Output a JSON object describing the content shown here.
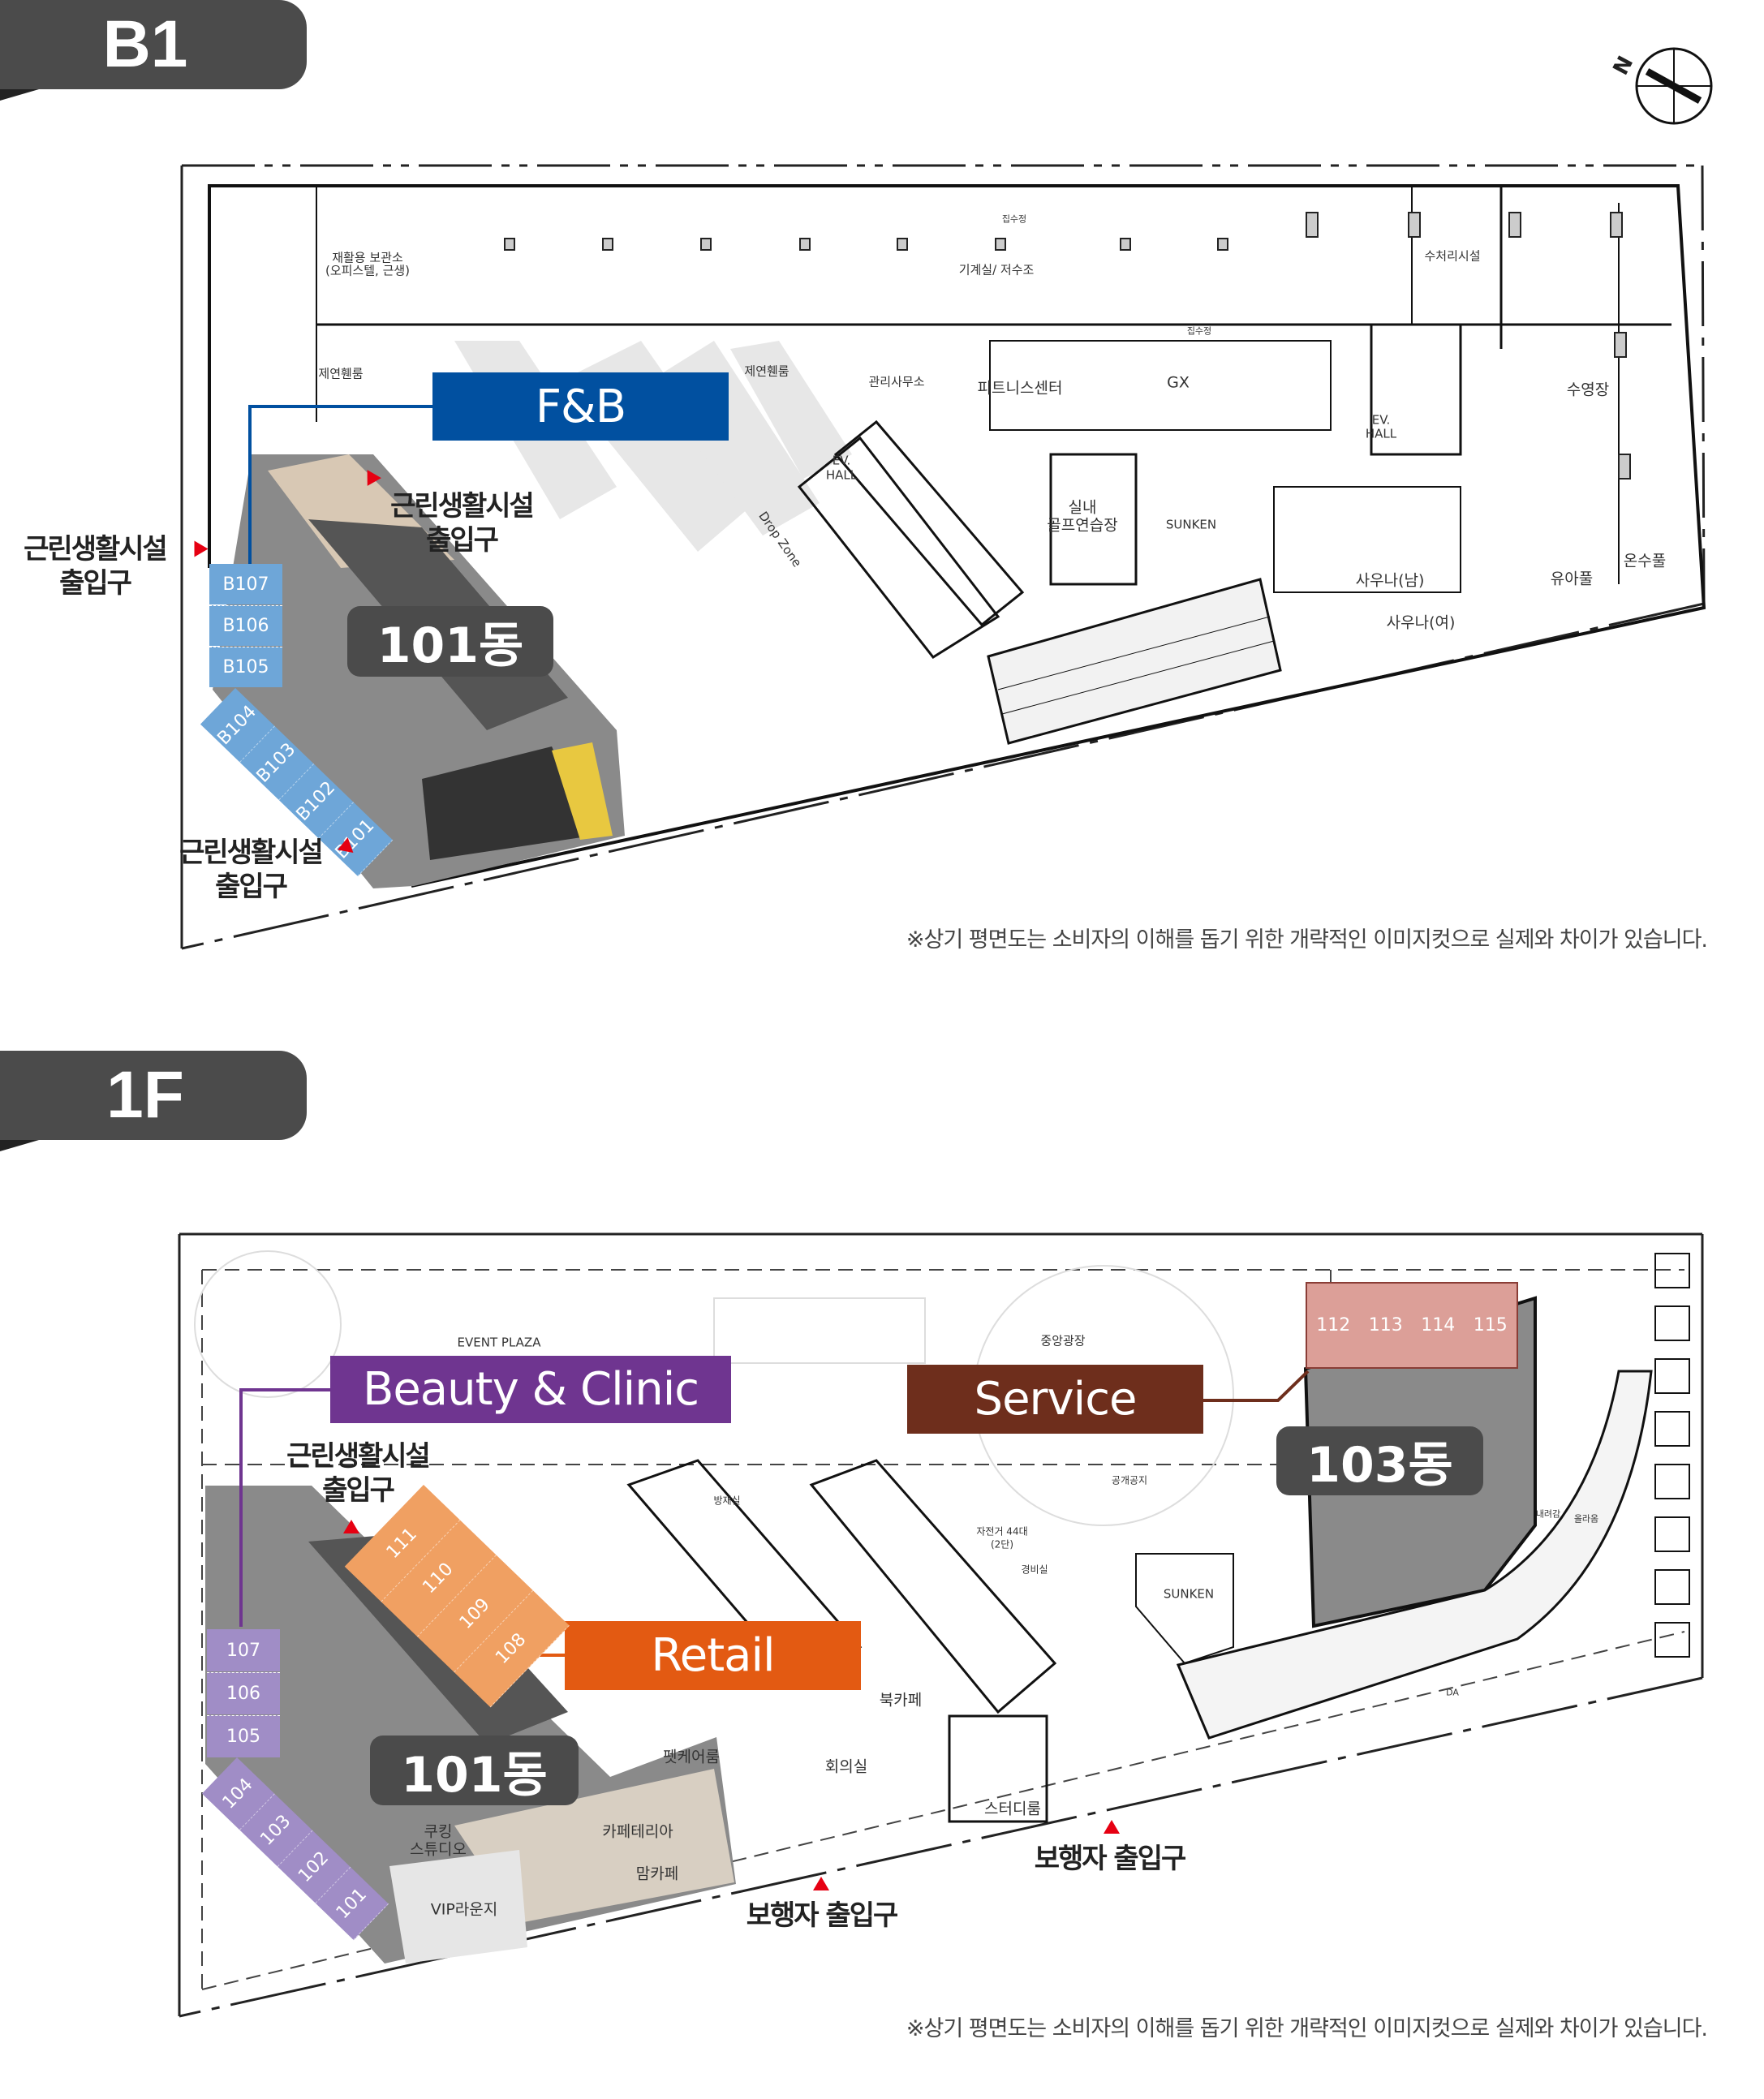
{
  "b1": {
    "tab_label": "B1",
    "categories": {
      "fnb": "F&B"
    },
    "building": "101동",
    "units": [
      "B107",
      "B106",
      "B105",
      "B104",
      "B103",
      "B102",
      "B101"
    ],
    "entrance_line1": "근린생활시설",
    "entrance_line2": "출입구",
    "rooms": [
      "재활용 보관소",
      "(오피스텔, 근생)",
      "기계실/ 저수조",
      "수처리시설",
      "제연휀룸",
      "제연휀룸",
      "관리사무소",
      "피트니스센터",
      "GX",
      "수영장",
      "EV.",
      "HALL",
      "EV.",
      "HALL",
      "실내",
      "골프연습장",
      "SUNKEN",
      "사우나(남)",
      "사우나(여)",
      "유아풀",
      "온수풀",
      "Drop Zone",
      "집수정",
      "집수정"
    ],
    "disclaimer": "※상기 평면도는 소비자의 이해를 돕기 위한 개략적인 이미지컷으로 실제와 차이가 있습니다."
  },
  "f1": {
    "tab_label": "1F",
    "categories": {
      "beauty": "Beauty & Clinic",
      "service": "Service",
      "retail": "Retail"
    },
    "building_101": "101동",
    "building_103": "103동",
    "units_left": [
      "107",
      "106",
      "105"
    ],
    "units_diag": [
      "104",
      "103",
      "102",
      "101"
    ],
    "units_retail": [
      "111",
      "110",
      "109",
      "108"
    ],
    "units_service": [
      "112",
      "113",
      "114",
      "115"
    ],
    "entrance_line1": "근린생활시설",
    "entrance_line2": "출입구",
    "pedestrian_entrance": "보행자 출입구",
    "rooms": [
      "EVENT PLAZA",
      "중앙광장",
      "공개공지",
      "SUNKEN",
      "북카페",
      "회의실",
      "스터디룸",
      "펫케어룸",
      "카페테리아",
      "맘카페",
      "쿠킹",
      "스튜디오",
      "VIP라운지",
      "방재실",
      "경비실",
      "자전거 44대",
      "(2단)",
      "내려감",
      "올라옴",
      "DA"
    ],
    "disclaimer": "※상기 평면도는 소비자의 이해를 돕기 위한 개략적인 이미지컷으로 실제와 차이가 있습니다."
  },
  "compass": {
    "label": "N"
  },
  "colors": {
    "fnb": "#0150a0",
    "beauty": "#6f3590",
    "service": "#6e2e1c",
    "retail": "#e35a12",
    "b1_unit": "#6ea6d8",
    "purple_unit": "#a08dc6",
    "orange_unit": "#f0a062",
    "pink_unit": "#dc9f98",
    "tab": "#4b4b4b"
  }
}
